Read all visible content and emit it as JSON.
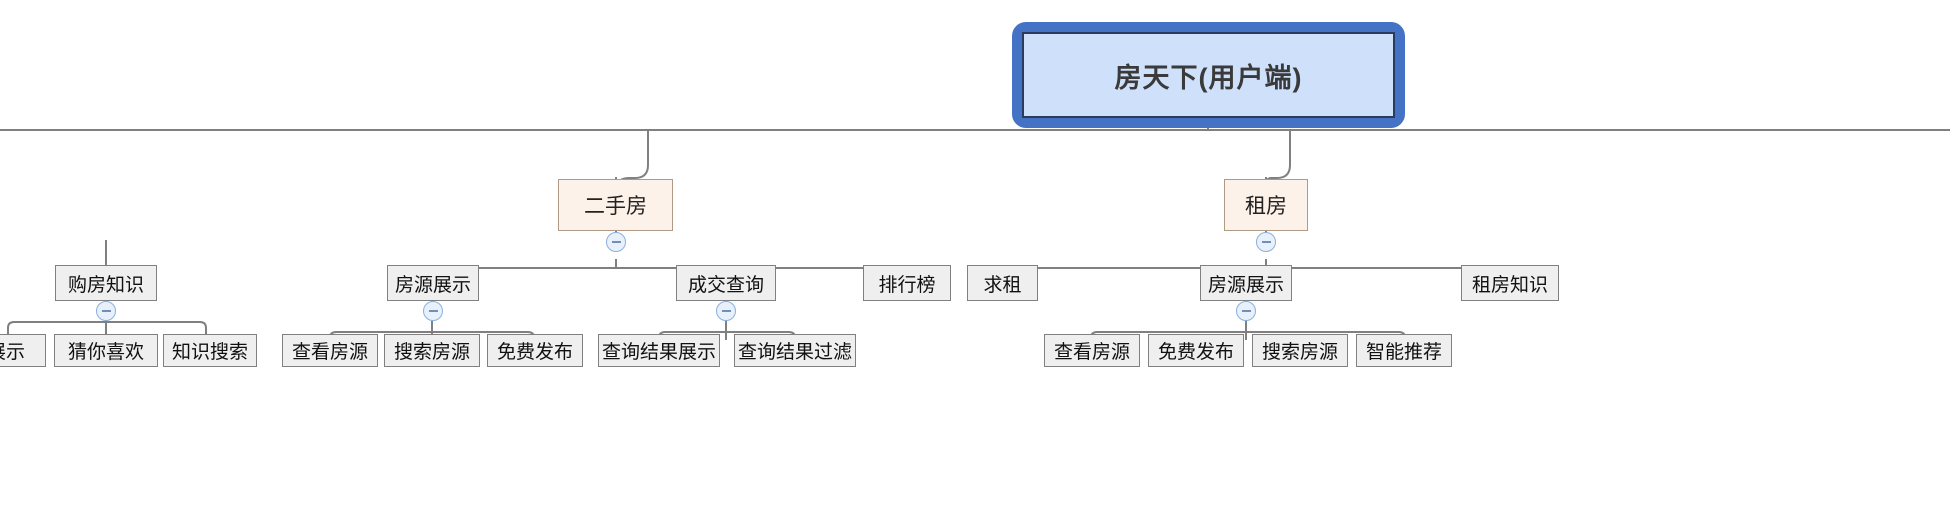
{
  "diagram": {
    "type": "tree-mindmap",
    "title": "房天下(用户端)",
    "background_color": "#ffffff",
    "colors": {
      "root_border": "#4472c4",
      "root_fill": "#cfe0fa",
      "level2_border": "#b09a86",
      "level2_fill": "#fdf2e9",
      "level3_border": "#808080",
      "level3_fill": "#efefef",
      "connector": "#808080",
      "toggle_border": "#8ab0dd",
      "toggle_fill": "#e8f0fb"
    },
    "root": {
      "label": "房天下(用户端)"
    },
    "branches": [
      {
        "label": "二手房",
        "children": [
          {
            "label": "房源展示",
            "toggle": "collapse-minus",
            "children": [
              {
                "label": "查看房源"
              },
              {
                "label": "搜索房源"
              },
              {
                "label": "免费发布"
              }
            ]
          },
          {
            "label": "成交查询",
            "toggle": "collapse-minus",
            "children": [
              {
                "label": "查询结果展示"
              },
              {
                "label": "查询结果过滤"
              }
            ]
          },
          {
            "label": "排行榜",
            "children": []
          }
        ]
      },
      {
        "label": "租房",
        "children": [
          {
            "label": "求租",
            "children": []
          },
          {
            "label": "房源展示",
            "toggle": "collapse-minus",
            "children": [
              {
                "label": "查看房源"
              },
              {
                "label": "免费发布"
              },
              {
                "label": "搜索房源"
              },
              {
                "label": "智能推荐"
              }
            ]
          },
          {
            "label": "租房知识",
            "children": []
          }
        ]
      }
    ],
    "offscreen_left": {
      "note": "partially visible tree clipped at left edge",
      "parent": {
        "label": "购房知识",
        "toggle": "collapse-minus"
      },
      "children": [
        {
          "label": "展示",
          "clipped": true
        },
        {
          "label": "猜你喜欢"
        },
        {
          "label": "知识搜索"
        }
      ]
    },
    "toggle_icon": {
      "name": "collapse-minus-icon",
      "glyph": "−"
    }
  }
}
